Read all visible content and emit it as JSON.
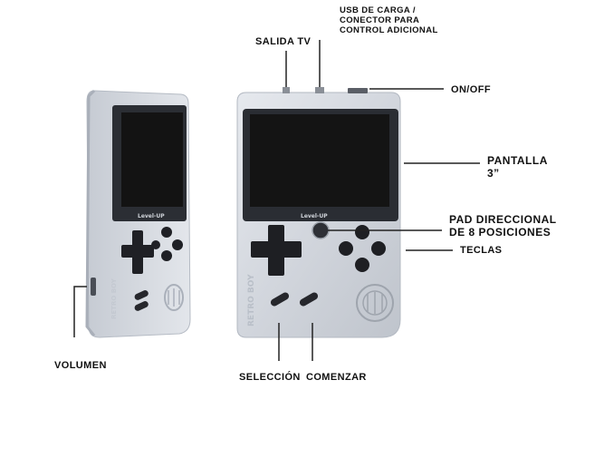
{
  "labels": {
    "salida_tv": "SALIDA TV",
    "usb": "USB DE CARGA /\nCONECTOR PARA\nCONTROL ADICIONAL",
    "on_off": "ON/OFF",
    "pantalla": "PANTALLA\n3”",
    "pad": "PAD DIRECCIONAL\nDE 8 POSICIONES",
    "teclas": "TECLAS",
    "volumen": "VOLUMEN",
    "seleccion": "SELECCIÓN",
    "comenzar": "COMENZAR"
  },
  "device": {
    "brand_label": "Level-UP",
    "model_label": "RETRO BOY"
  },
  "colors": {
    "shell": "#d9dde3",
    "shell_edge": "#b9bfc8",
    "screen": "#141414",
    "bezel": "#2a2d33",
    "button": "#1e1f23",
    "label_text": "#111111",
    "leader_line": "#222222"
  }
}
